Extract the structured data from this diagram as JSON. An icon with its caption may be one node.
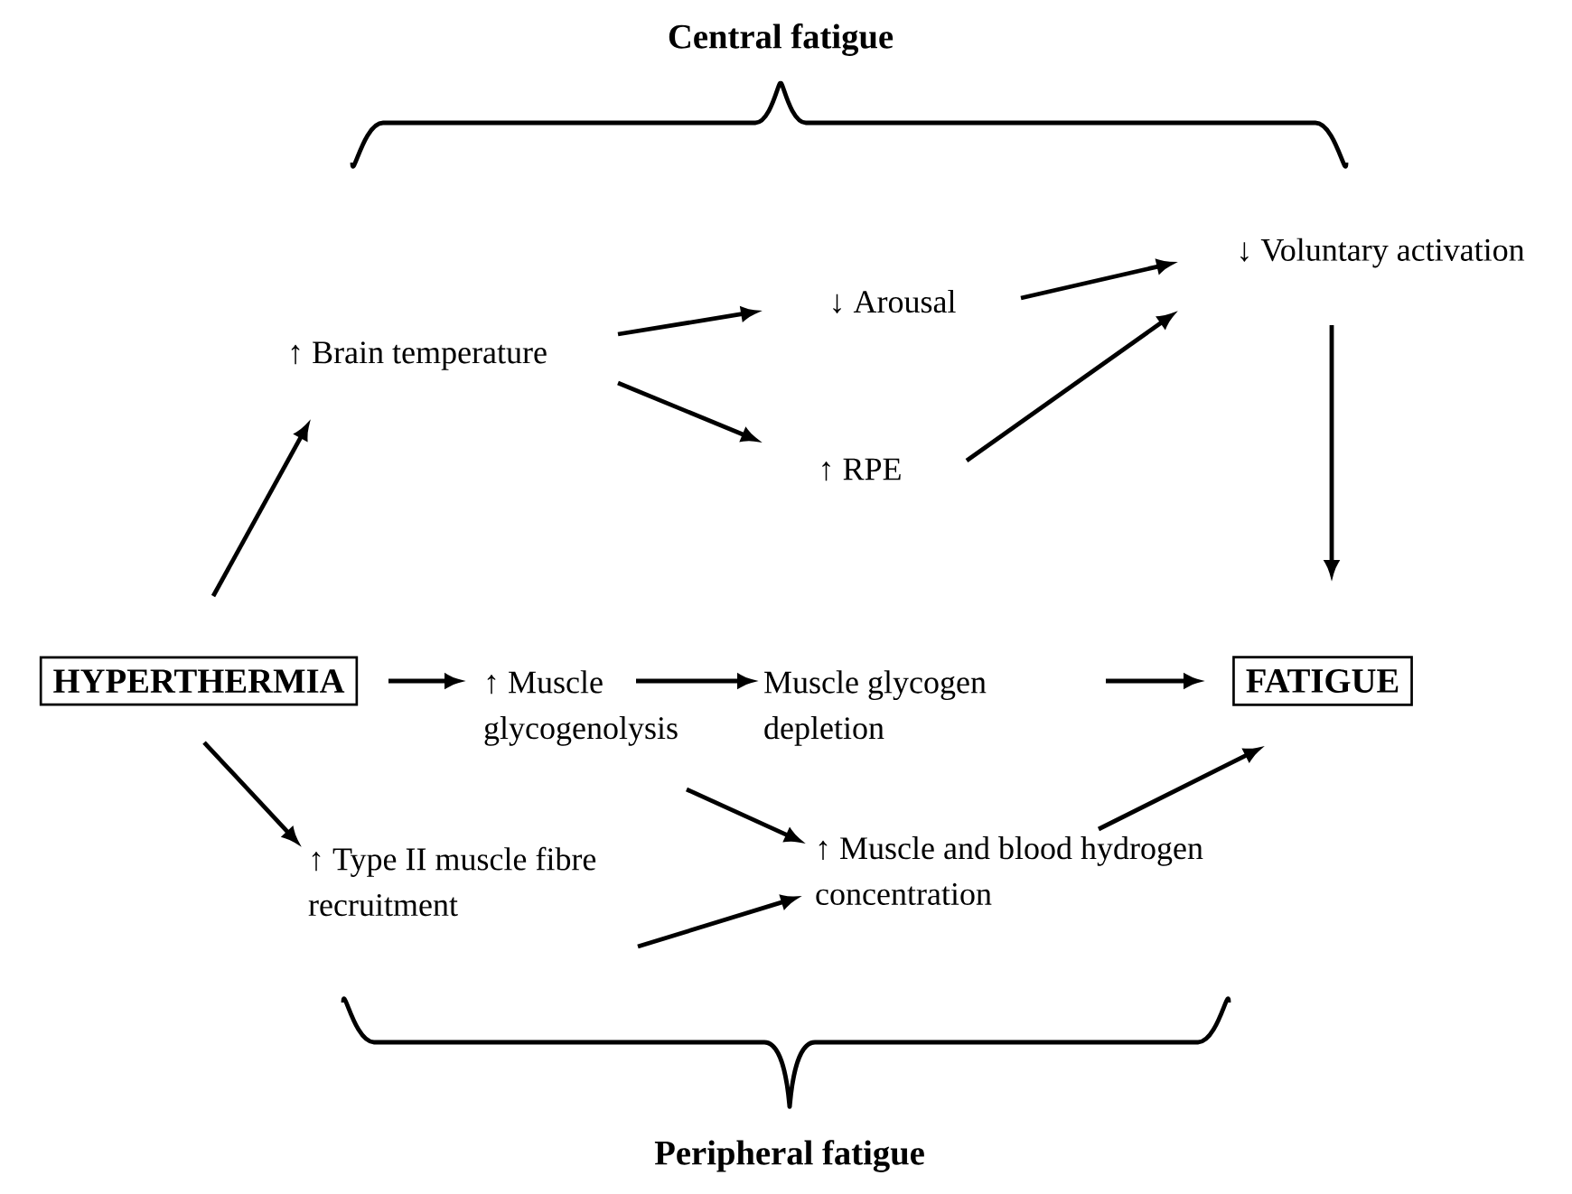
{
  "diagram": {
    "nodes": [
      {
        "text": [
          "HYPERTHERMIA"
        ]
      },
      {
        "text": [
          "↑ Brain temperature"
        ]
      },
      {
        "text": [
          "↓ Arousal"
        ]
      },
      {
        "text": [
          "↑ RPE"
        ]
      },
      {
        "text": [
          "↓ Voluntary activation"
        ]
      },
      {
        "text": [
          "↑ Muscle glycogenolysis"
        ]
      },
      {
        "text": [
          "Muscle glycogen depletion"
        ]
      },
      {
        "text": [
          "FATIGUE"
        ]
      },
      {
        "text": [
          "↑ Type II muscle fibre recruitment"
        ]
      },
      {
        "text": [
          "↑ Muscle and blood hydrogen concentration"
        ]
      }
    ],
    "edges": [
      {
        "from": 0,
        "to": 1,
        "arrow": "to"
      },
      {
        "from": 1,
        "to": 2,
        "arrow": "to"
      },
      {
        "from": 1,
        "to": 3,
        "arrow": "to"
      },
      {
        "from": 2,
        "to": 4,
        "arrow": "to"
      },
      {
        "from": 3,
        "to": 4,
        "arrow": "to"
      },
      {
        "from": 4,
        "to": 7,
        "arrow": "to"
      },
      {
        "from": 0,
        "to": 5,
        "arrow": "to"
      },
      {
        "from": 5,
        "to": 6,
        "arrow": "to"
      },
      {
        "from": 6,
        "to": 7,
        "arrow": "to"
      },
      {
        "from": 0,
        "to": 8,
        "arrow": "to"
      },
      {
        "from": 5,
        "to": 9,
        "arrow": "to"
      },
      {
        "from": 8,
        "to": 9,
        "arrow": "to"
      },
      {
        "from": 9,
        "to": 7,
        "arrow": "to"
      }
    ],
    "labels": [
      "Central fatigue",
      "Peripheral fatigue"
    ]
  }
}
